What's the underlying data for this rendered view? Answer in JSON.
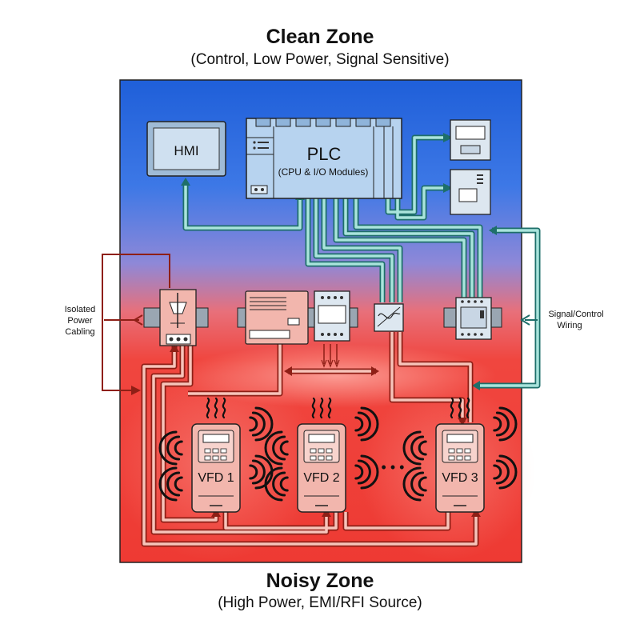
{
  "clean_zone": {
    "title": "Clean Zone",
    "subtitle": "(Control, Low Power, Signal Sensitive)"
  },
  "noisy_zone": {
    "title": "Noisy Zone",
    "subtitle": "(High Power, EMI/RFI Source)"
  },
  "hmi": {
    "label": "HMI"
  },
  "plc": {
    "title": "PLC",
    "subtitle": "(CPU & I/O Modules)"
  },
  "annotations": {
    "isolated_power": [
      "Isolated",
      "Power",
      "Cabling"
    ],
    "signal_control": [
      "Signal/Control",
      "Wiring"
    ]
  },
  "vfds": [
    {
      "label": "VFD 1"
    },
    {
      "label": "VFD 2"
    },
    {
      "label": "VFD 3"
    }
  ],
  "ellipsis": "• • •",
  "colors": {
    "clean": "#2a6ee0",
    "noisy": "#ef3a36",
    "signal_wire": "#7ec8c0",
    "power_wire": "#c43a2a",
    "device_blue": "#b7d3ef",
    "device_pink": "#f2b6ad"
  },
  "icons": [
    "emi-wave-icon",
    "heat-icon",
    "arrow-icon"
  ]
}
